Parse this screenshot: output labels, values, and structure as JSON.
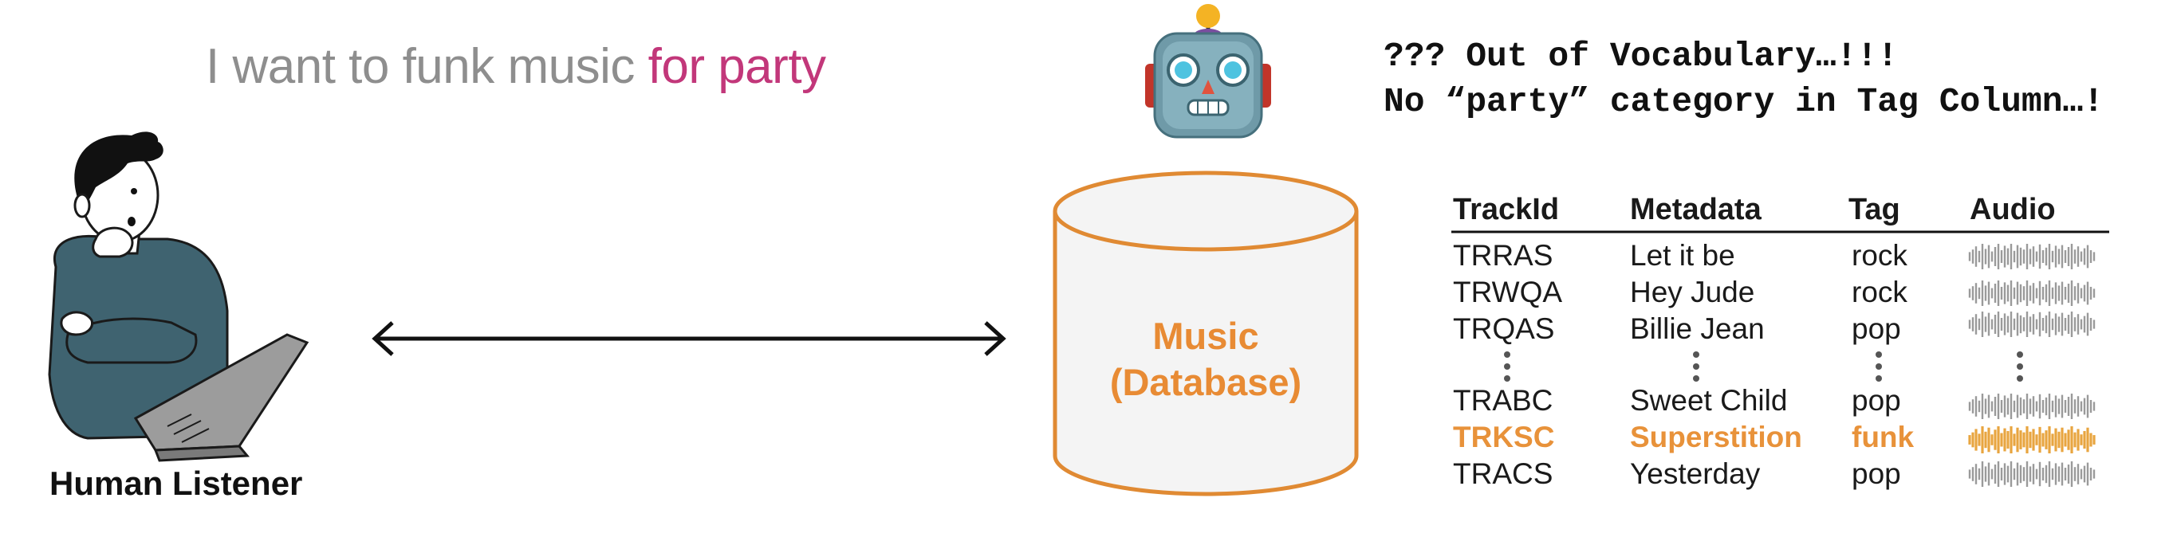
{
  "query": {
    "prefix": "I want to funk music ",
    "highlight": "for party"
  },
  "robot_message": {
    "line1": "??? Out of Vocabulary…!!!",
    "line2": "No “party” category in Tag Column…!"
  },
  "listener": {
    "label": "Human Listener"
  },
  "database": {
    "line1": "Music",
    "line2": "(Database)"
  },
  "table": {
    "headers": {
      "track_id": "TrackId",
      "metadata": "Metadata",
      "tag": "Tag",
      "audio": "Audio"
    },
    "rows": [
      {
        "track_id": "TRRAS",
        "metadata": "Let it be",
        "tag": "rock",
        "highlighted": false
      },
      {
        "track_id": "TRWQA",
        "metadata": "Hey Jude",
        "tag": "rock",
        "highlighted": false
      },
      {
        "track_id": "TRQAS",
        "metadata": "Billie Jean",
        "tag": "pop",
        "highlighted": false
      },
      {
        "track_id": "TRABC",
        "metadata": "Sweet Child",
        "tag": "pop",
        "highlighted": false
      },
      {
        "track_id": "TRKSC",
        "metadata": "Superstition",
        "tag": "funk",
        "highlighted": true
      },
      {
        "track_id": "TRACS",
        "metadata": "Yesterday",
        "tag": "pop",
        "highlighted": false
      }
    ]
  },
  "colors": {
    "query_text": "#8e8e8e",
    "query_highlight": "#c2377a",
    "database": "#e88b34",
    "highlight_row": "#e8923a"
  },
  "icons": {
    "person": "thinking-person-laptop-icon",
    "robot": "robot-face-icon",
    "arrow": "bidirectional-arrow-icon",
    "database": "database-cylinder-icon",
    "waveform": "audio-waveform-icon"
  }
}
